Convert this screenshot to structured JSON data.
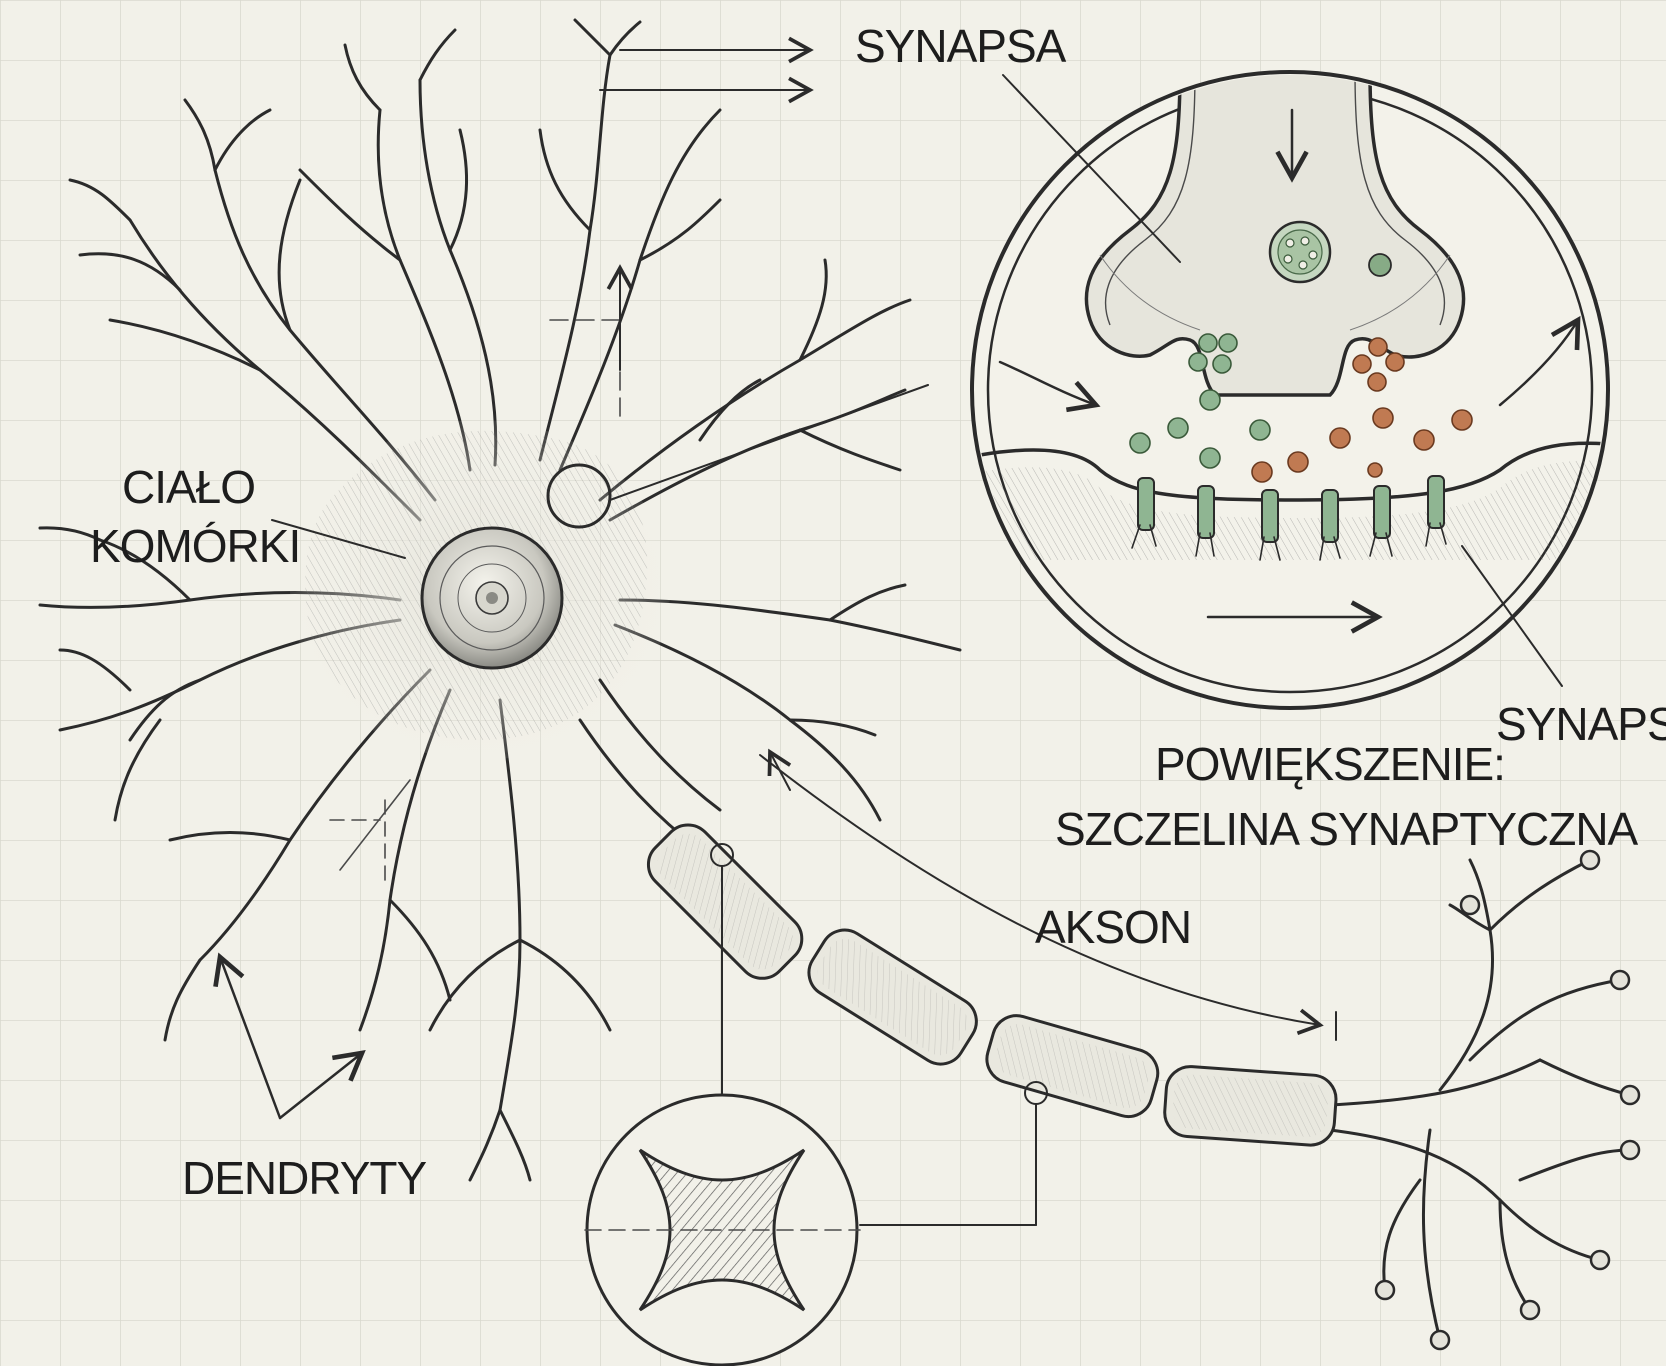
{
  "labels": {
    "synapse_top": "SYNAPSA",
    "synapse_right": "SYNAPSA",
    "cell_body_line1": "CIAŁO",
    "cell_body_line2": "KOMÓRKI",
    "zoom_line1": "POWIĘKSZENIE:",
    "zoom_line2": "SZCZELINA SYNAPTYCZNA",
    "axon": "AKSON",
    "dendrites": "DENDRYTY"
  },
  "colors": {
    "paper": "#f2f1e9",
    "grid": "#d9d9cf",
    "ink": "#2b2b2b",
    "vesicle_green": "#6e9c72",
    "vesicle_orange": "#b4633a",
    "receptor_green": "#8fb592"
  }
}
